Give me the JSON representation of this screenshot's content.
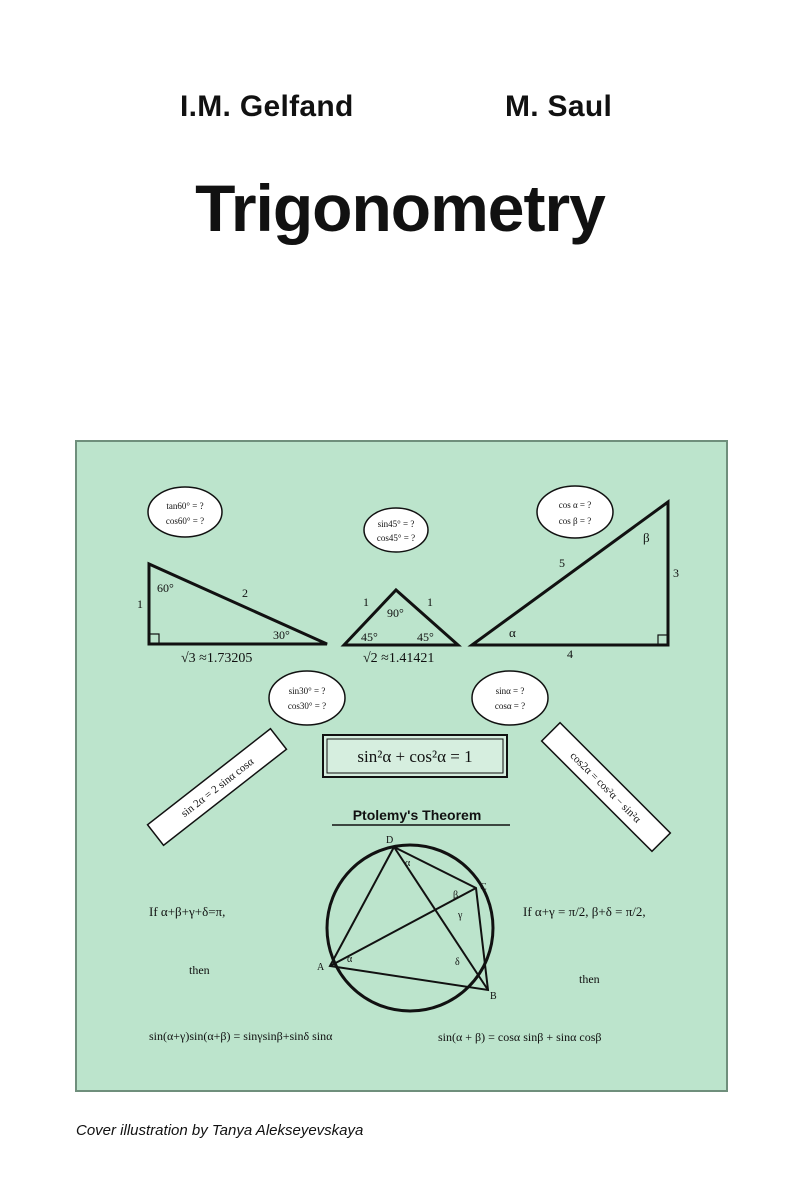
{
  "authors": [
    "I.M. Gelfand",
    "M. Saul"
  ],
  "title": "Trigonometry",
  "illustration": {
    "triangle_30_60": {
      "angle_top": "60°",
      "angle_right": "30°",
      "side_vertical": "1",
      "side_hyp": "2",
      "base_caption": "√3 ≈1.73205",
      "cloud": [
        "tan60° = ?",
        "cos60° = ?"
      ]
    },
    "triangle_45": {
      "angle_top": "90°",
      "angle_left": "45°",
      "angle_right": "45°",
      "side_left": "1",
      "side_right": "1",
      "base_caption": "√2 ≈1.41421",
      "cloud": [
        "sin45° = ?",
        "cos45° = ?"
      ]
    },
    "triangle_345": {
      "angle_alpha": "α",
      "angle_beta": "β",
      "side_hyp": "5",
      "side_vertical": "3",
      "side_base": "4",
      "cloud": [
        "cos α = ?",
        "cos β = ?"
      ]
    },
    "cloud_mid_left": [
      "sin30° = ?",
      "cos30° = ?"
    ],
    "cloud_mid_right": [
      "sinα = ?",
      "cosα = ?"
    ],
    "identity": "sin²α + cos²α = 1",
    "ribbon_left": "sin 2α = 2 sinα cosα",
    "ribbon_right": "cos2α = cos²α − sin²α",
    "ptolemy_heading": "Ptolemy's Theorem",
    "points": {
      "A": "A",
      "B": "B",
      "C": "C",
      "D": "D"
    },
    "angles": {
      "alpha": "α",
      "beta": "β",
      "gamma": "γ",
      "delta": "δ"
    },
    "left_condition": "If   α+β+γ+δ=π,",
    "left_then": "then",
    "left_formula": "sin(α+γ)sin(α+β) = sinγsinβ+sinδ sinα",
    "right_condition": "If   α+γ = π/2,  β+δ = π/2,",
    "right_then": "then",
    "right_formula": "sin(α + β) = cosα sinβ + sinα cosβ"
  },
  "credit": "Cover illustration by Tanya Alekseyevskaya"
}
